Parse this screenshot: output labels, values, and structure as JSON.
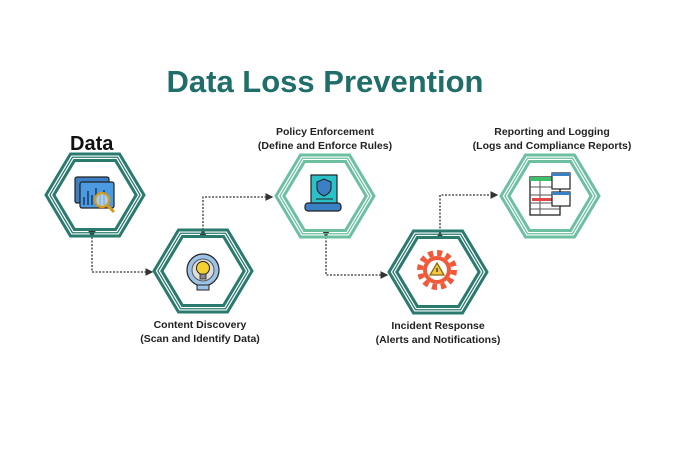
{
  "title": "Data Loss Prevention",
  "colors": {
    "title": "#1f6e6a",
    "dark_teal": "#2a7a6e",
    "light_teal": "#6cc0a0"
  },
  "nodes": [
    {
      "id": "data",
      "label": "Data",
      "icon": "data-search-icon",
      "style": "dark"
    },
    {
      "id": "discovery",
      "title": "Content Discovery",
      "subtitle": "(Scan and Identify Data)",
      "icon": "lightbulb-icon",
      "style": "dark"
    },
    {
      "id": "policy",
      "title": "Policy Enforcement",
      "subtitle": "(Define and Enforce Rules)",
      "icon": "policy-scroll-icon",
      "style": "light"
    },
    {
      "id": "incident",
      "title": "Incident Response",
      "subtitle": "(Alerts and Notifications)",
      "icon": "gear-warning-icon",
      "style": "dark"
    },
    {
      "id": "reporting",
      "title": "Reporting and Logging",
      "subtitle": "(Logs and Compliance Reports)",
      "icon": "report-icon",
      "style": "light"
    }
  ]
}
